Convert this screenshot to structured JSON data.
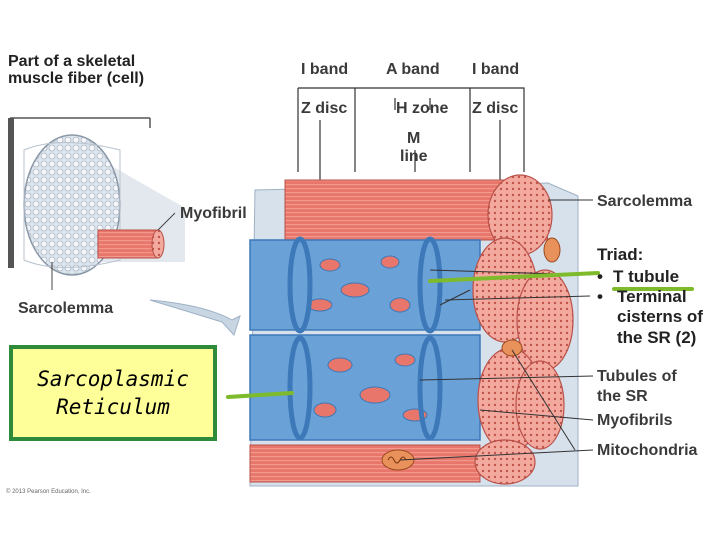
{
  "labels": {
    "part_title": "Part of a skeletal muscle fiber (cell)",
    "myofibril": "Myofibril",
    "sarcolemma_left": "Sarcolemma",
    "i_band_left": "I band",
    "a_band": "A band",
    "i_band_right": "I band",
    "z_disc_left": "Z disc",
    "h_zone": "H zone",
    "z_disc_right": "Z disc",
    "m_line_1": "M",
    "m_line_2": "line",
    "sarcolemma_right": "Sarcolemma",
    "triad": "Triad:",
    "t_tubule": "T tubule",
    "terminal_1": "Terminal",
    "terminal_2": "cisterns of",
    "terminal_3": "the SR (2)",
    "tubules_1": "Tubules of",
    "tubules_2": "the SR",
    "myofibrils": "Myofibrils",
    "mitochondria": "Mitochondria",
    "bullet": "•"
  },
  "callout": {
    "line1": "Sarcoplasmic",
    "line2": "Reticulum"
  },
  "credit": "© 2013 Pearson Education, Inc.",
  "colors": {
    "muscle": "#e8766b",
    "muscle_light": "#f2a79d",
    "sr_blue": "#6aa2d8",
    "sr_dark": "#3d78b8",
    "sarcolemma": "#c8d6e4",
    "highlight_green": "#7dbb2c",
    "callout_bg": "#ffff99",
    "callout_border": "#2e8b3a"
  }
}
